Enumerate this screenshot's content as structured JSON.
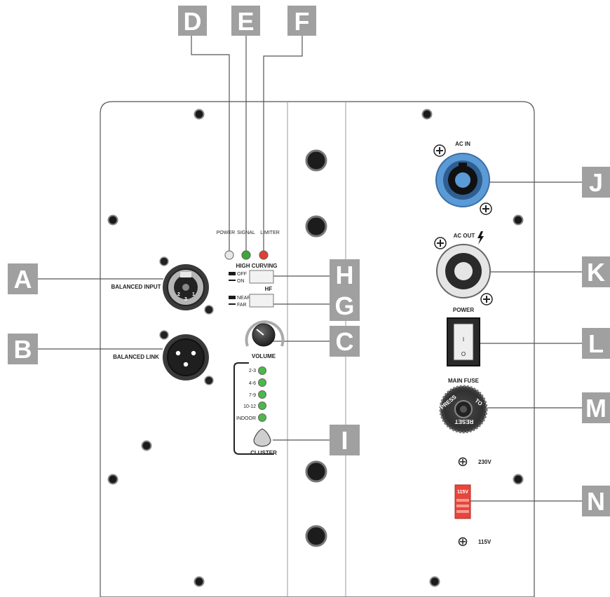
{
  "callouts": {
    "A": "A",
    "B": "B",
    "C": "C",
    "D": "D",
    "E": "E",
    "F": "F",
    "G": "G",
    "H": "H",
    "I": "I",
    "J": "J",
    "K": "K",
    "L": "L",
    "M": "M",
    "N": "N"
  },
  "labels": {
    "power_led": "POWER",
    "signal_led": "SIGNAL",
    "limiter_led": "LIMITER",
    "high_curving": "HIGH CURVING",
    "off": "OFF",
    "on": "ON",
    "hf": "HF",
    "near": "NEAR",
    "far": "FAR",
    "balanced_input": "BALANCED INPUT",
    "balanced_link": "BALANCED LINK",
    "volume": "VOLUME",
    "cluster": "CLUSTER",
    "cluster_levels": [
      "2-3",
      "4-6",
      "7-9",
      "10-12",
      "INDOOR"
    ],
    "xlr_pins": [
      "2",
      "1",
      "3"
    ],
    "ac_in": "AC IN",
    "ac_out": "AC OUT",
    "power_switch": "POWER",
    "switch_on": "I",
    "switch_off": "O",
    "main_fuse": "MAIN FUSE",
    "fuse_press": "PRESS",
    "fuse_to": "TO",
    "fuse_reset": "RESET",
    "v230": "230V",
    "v115": "115V",
    "voltage_selector": "115V"
  },
  "colors": {
    "callout": "#a0a0a0",
    "power_led": "#e8e8e8",
    "signal_led": "#3aaa35",
    "limiter_led": "#e53d2e",
    "cluster_led": "#4cb84a",
    "ac_in_ring": "#5a9ad6",
    "voltage_selector": "#e8453c"
  }
}
